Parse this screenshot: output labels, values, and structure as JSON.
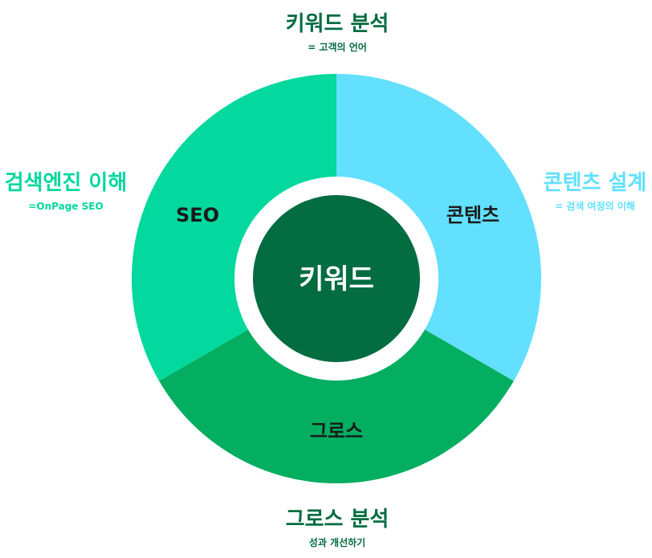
{
  "center": {
    "label": "키워드",
    "color": "#036c41"
  },
  "segments": [
    {
      "id": "seo",
      "label": "SEO",
      "color": "#03d89e"
    },
    {
      "id": "content",
      "label": "콘텐츠",
      "color": "#62e0fe"
    },
    {
      "id": "growth",
      "label": "그로스",
      "color": "#03ae60"
    }
  ],
  "ring_color": "#ffffff",
  "outer_labels": {
    "top": {
      "title": "키워드 분석",
      "subtitle": "= 고객의 언어",
      "color": "#036c41"
    },
    "left": {
      "title": "검색엔진 이해",
      "subtitle": "=OnPage SEO",
      "color": "#03d89e"
    },
    "right": {
      "title": "콘텐츠 설계",
      "subtitle": "= 검색 여정의 이해",
      "color": "#62e0fe"
    },
    "bottom": {
      "title": "그로스 분석",
      "subtitle": "성과 개선하기",
      "color": "#036c41"
    }
  }
}
